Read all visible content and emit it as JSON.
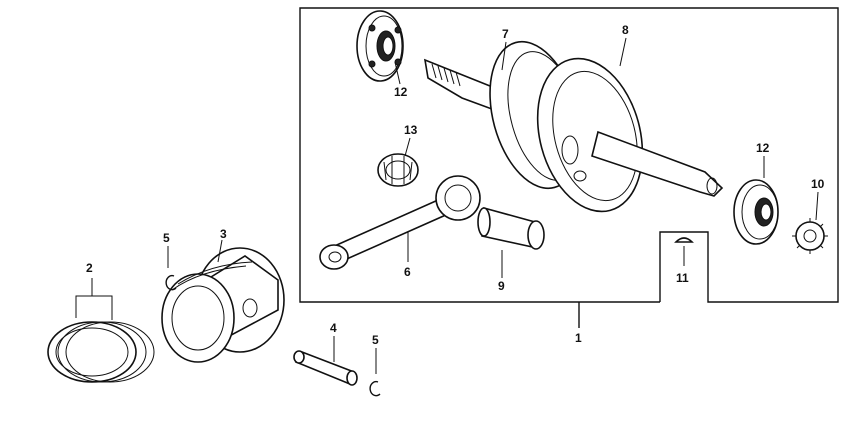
{
  "callouts": {
    "c1": "1",
    "c2": "2",
    "c3": "3",
    "c4": "4",
    "c5a": "5",
    "c5b": "5",
    "c6": "6",
    "c7": "7",
    "c8": "8",
    "c9": "9",
    "c10": "10",
    "c11": "11",
    "c12a": "12",
    "c12b": "12",
    "c13": "13"
  }
}
